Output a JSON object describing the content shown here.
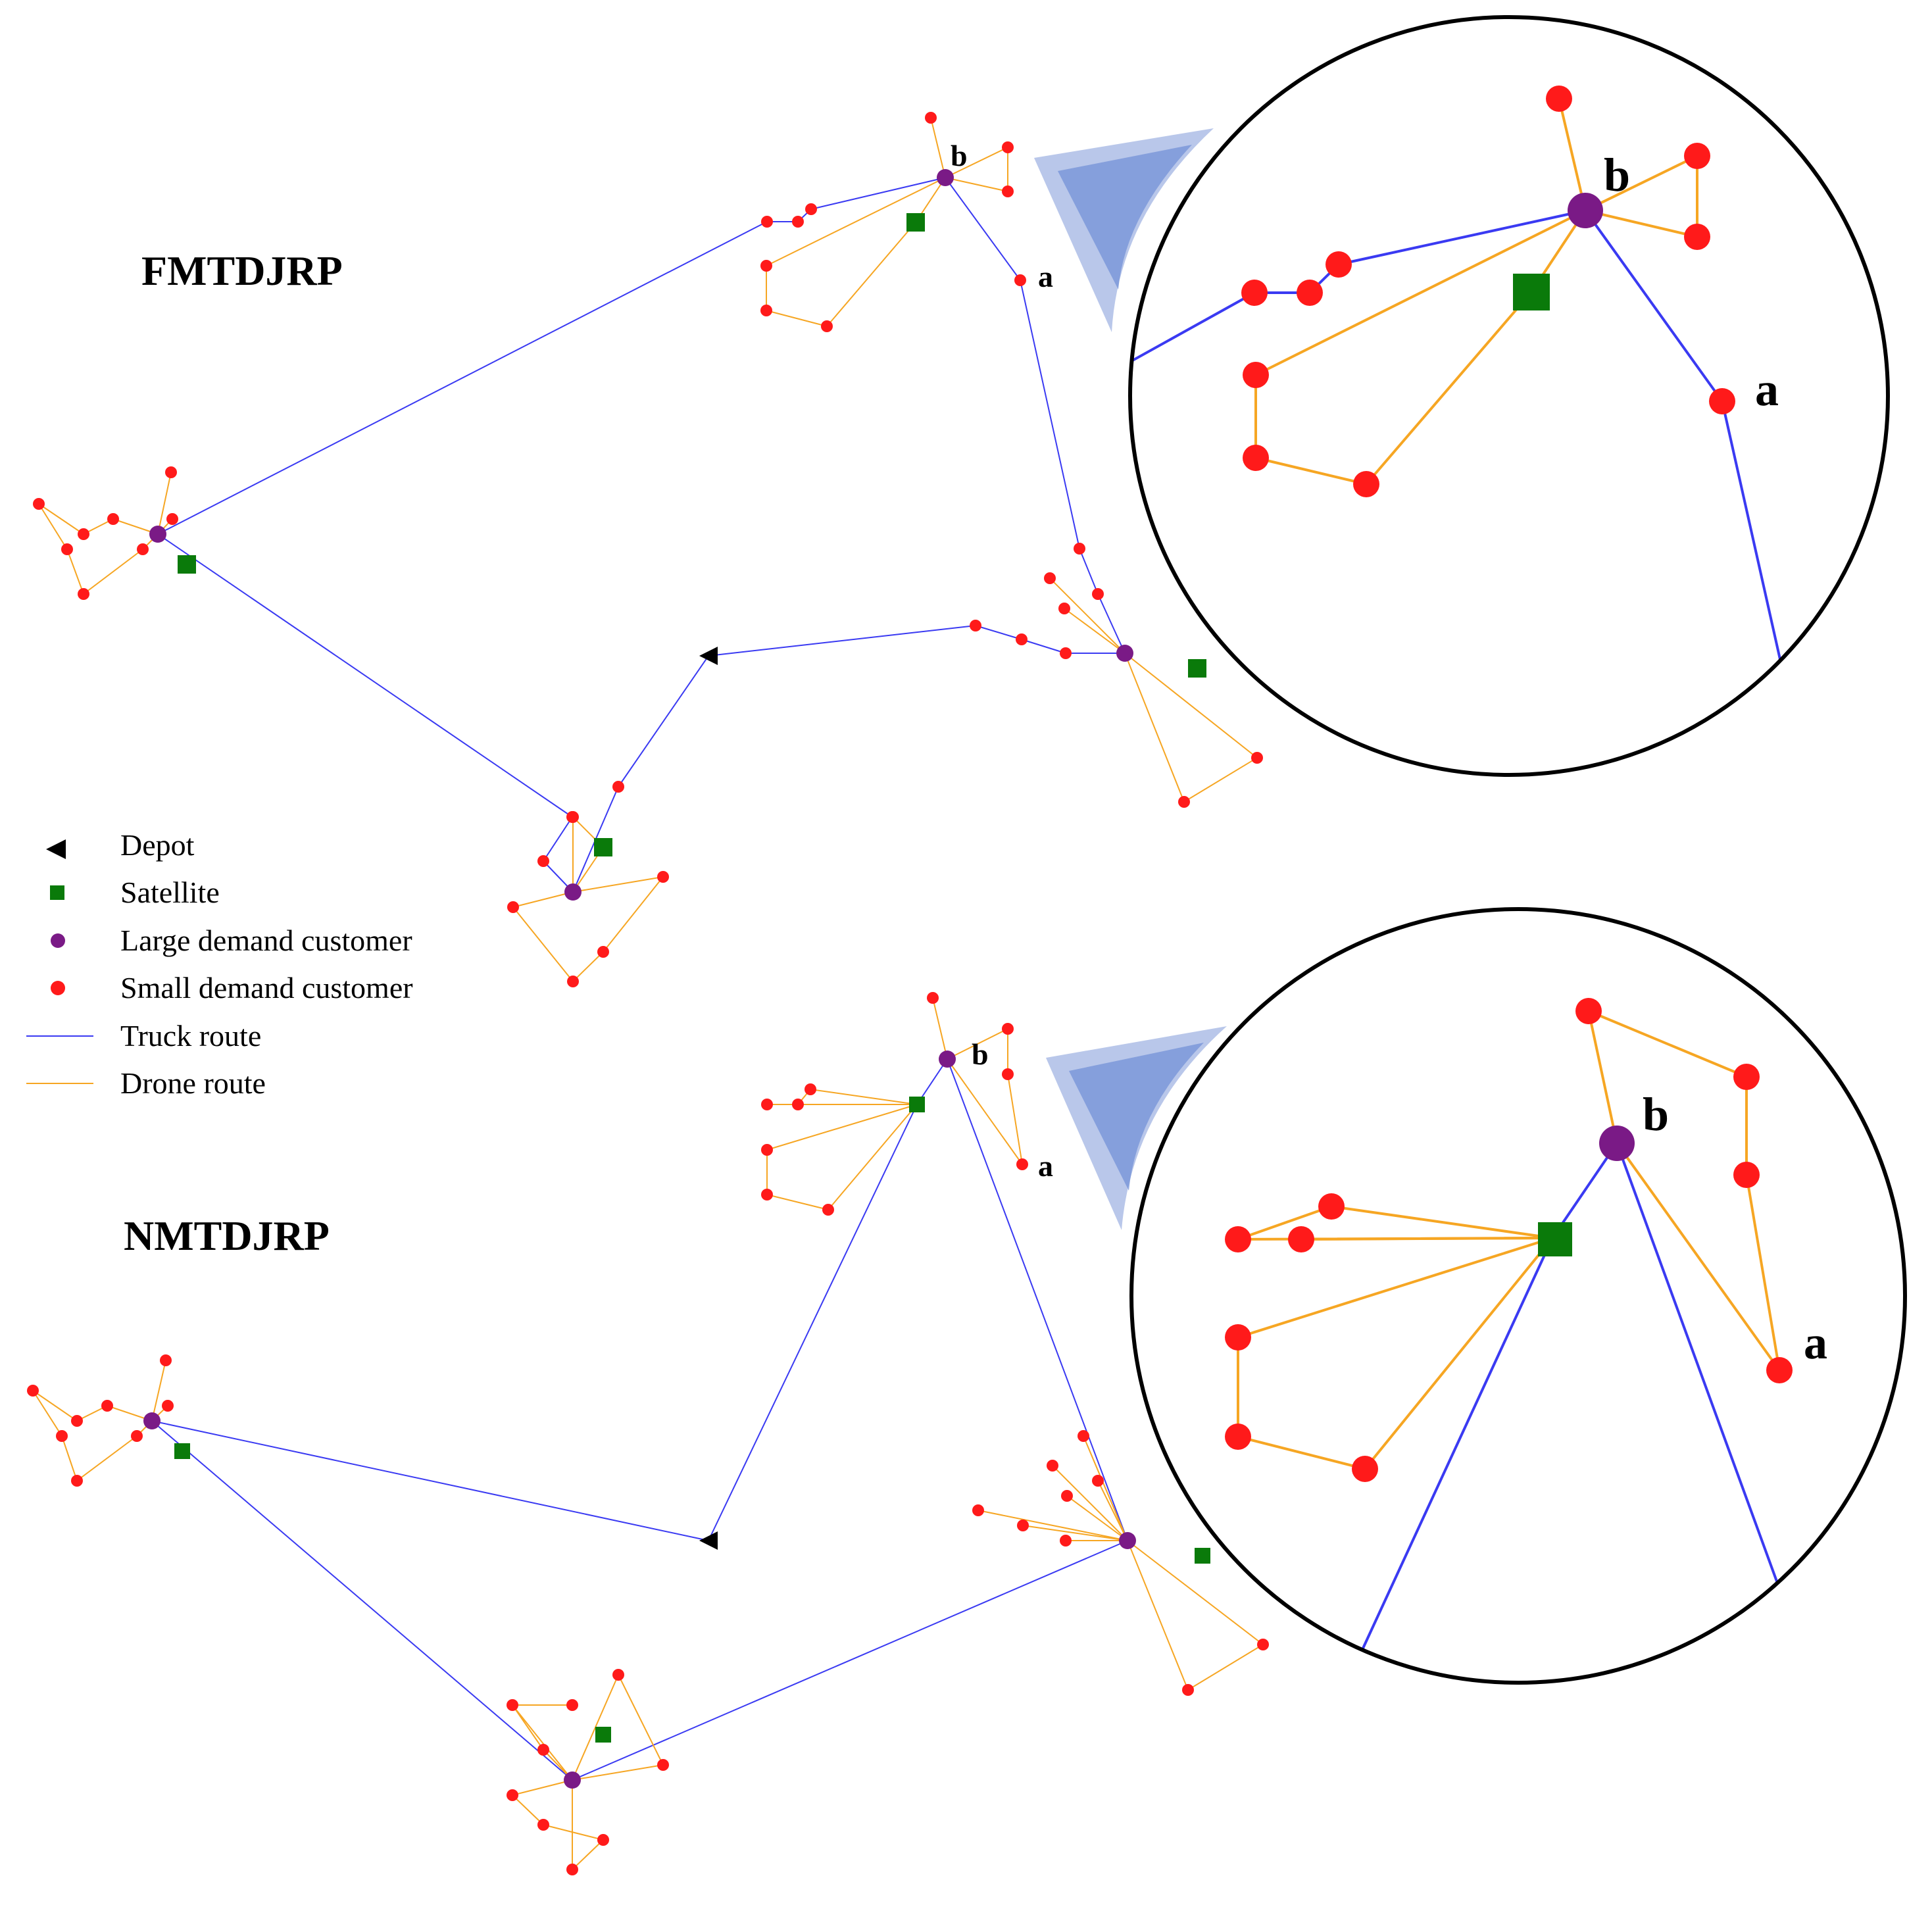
{
  "colors": {
    "truck": "#3a3af2",
    "drone": "#f6a623",
    "depot": "#000000",
    "satellite": "#0a7a0a",
    "large": "#7a1a86",
    "small": "#ff1a1a",
    "border": "#000000",
    "pointer": "#8aa2dc"
  },
  "legend": {
    "depot": "Depot",
    "satellite": "Satellite",
    "large": "Large demand customer",
    "small": "Small demand customer",
    "truck": "Truck route",
    "drone": "Drone route"
  },
  "panels": [
    {
      "title": "FMTDJRP",
      "point_labels": [
        "a",
        "b"
      ],
      "zoom_labels": [
        "a",
        "b"
      ]
    },
    {
      "title": "NMTDJRP",
      "point_labels": [
        "a",
        "b"
      ],
      "zoom_labels": [
        "a",
        "b"
      ]
    }
  ]
}
